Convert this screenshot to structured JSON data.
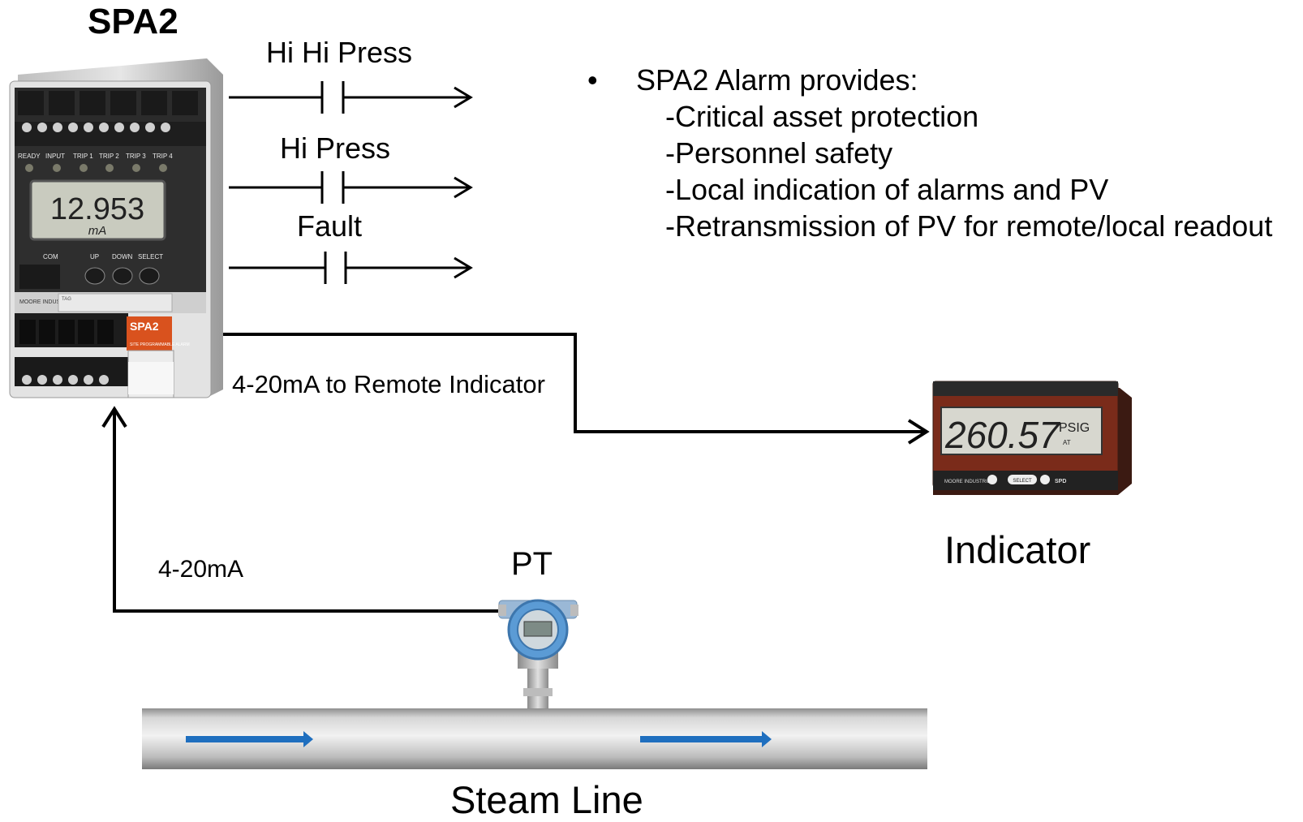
{
  "title": "SPA2",
  "outputs": {
    "hihi_label": "Hi Hi Press",
    "hi_label": "Hi Press",
    "fault_label": "Fault"
  },
  "signals": {
    "remote_label": "4-20mA to Remote Indicator",
    "input_label": "4-20mA"
  },
  "spa2_device": {
    "display_value": "12.953",
    "display_unit": "mA",
    "leds": [
      "READY",
      "INPUT",
      "TRIP 1",
      "TRIP 2",
      "TRIP 3",
      "TRIP 4"
    ],
    "buttons": [
      "COM",
      "UP",
      "DOWN",
      "SELECT"
    ],
    "tag_label": "TAG",
    "brand": "MOORE INDUSTRIES",
    "badge_title": "SPA2",
    "badge_text": "SITE PROGRAMMABLE ALARM"
  },
  "indicator": {
    "label": "Indicator",
    "display_value": "260.57",
    "display_unit": "PSIG",
    "display_sub": "AT",
    "select_label": "SELECT",
    "brand": "MOORE INDUSTRIES",
    "model": "SPD"
  },
  "transmitter": {
    "label": "PT"
  },
  "pipe": {
    "label": "Steam Line"
  },
  "bullets": {
    "heading": "SPA2 Alarm provides:",
    "items": [
      "-Critical asset protection",
      "-Personnel safety",
      "-Local indication of alarms and PV",
      "-Retransmission of PV for remote/local readout"
    ]
  },
  "colors": {
    "wire": "#000000",
    "flow_arrow": "#1f6fbf",
    "spa2_body": "#d9d9d9",
    "spa2_badge": "#d9521e",
    "indicator_body": "#7a2b1a",
    "transmitter_head": "#5b9bd5"
  }
}
